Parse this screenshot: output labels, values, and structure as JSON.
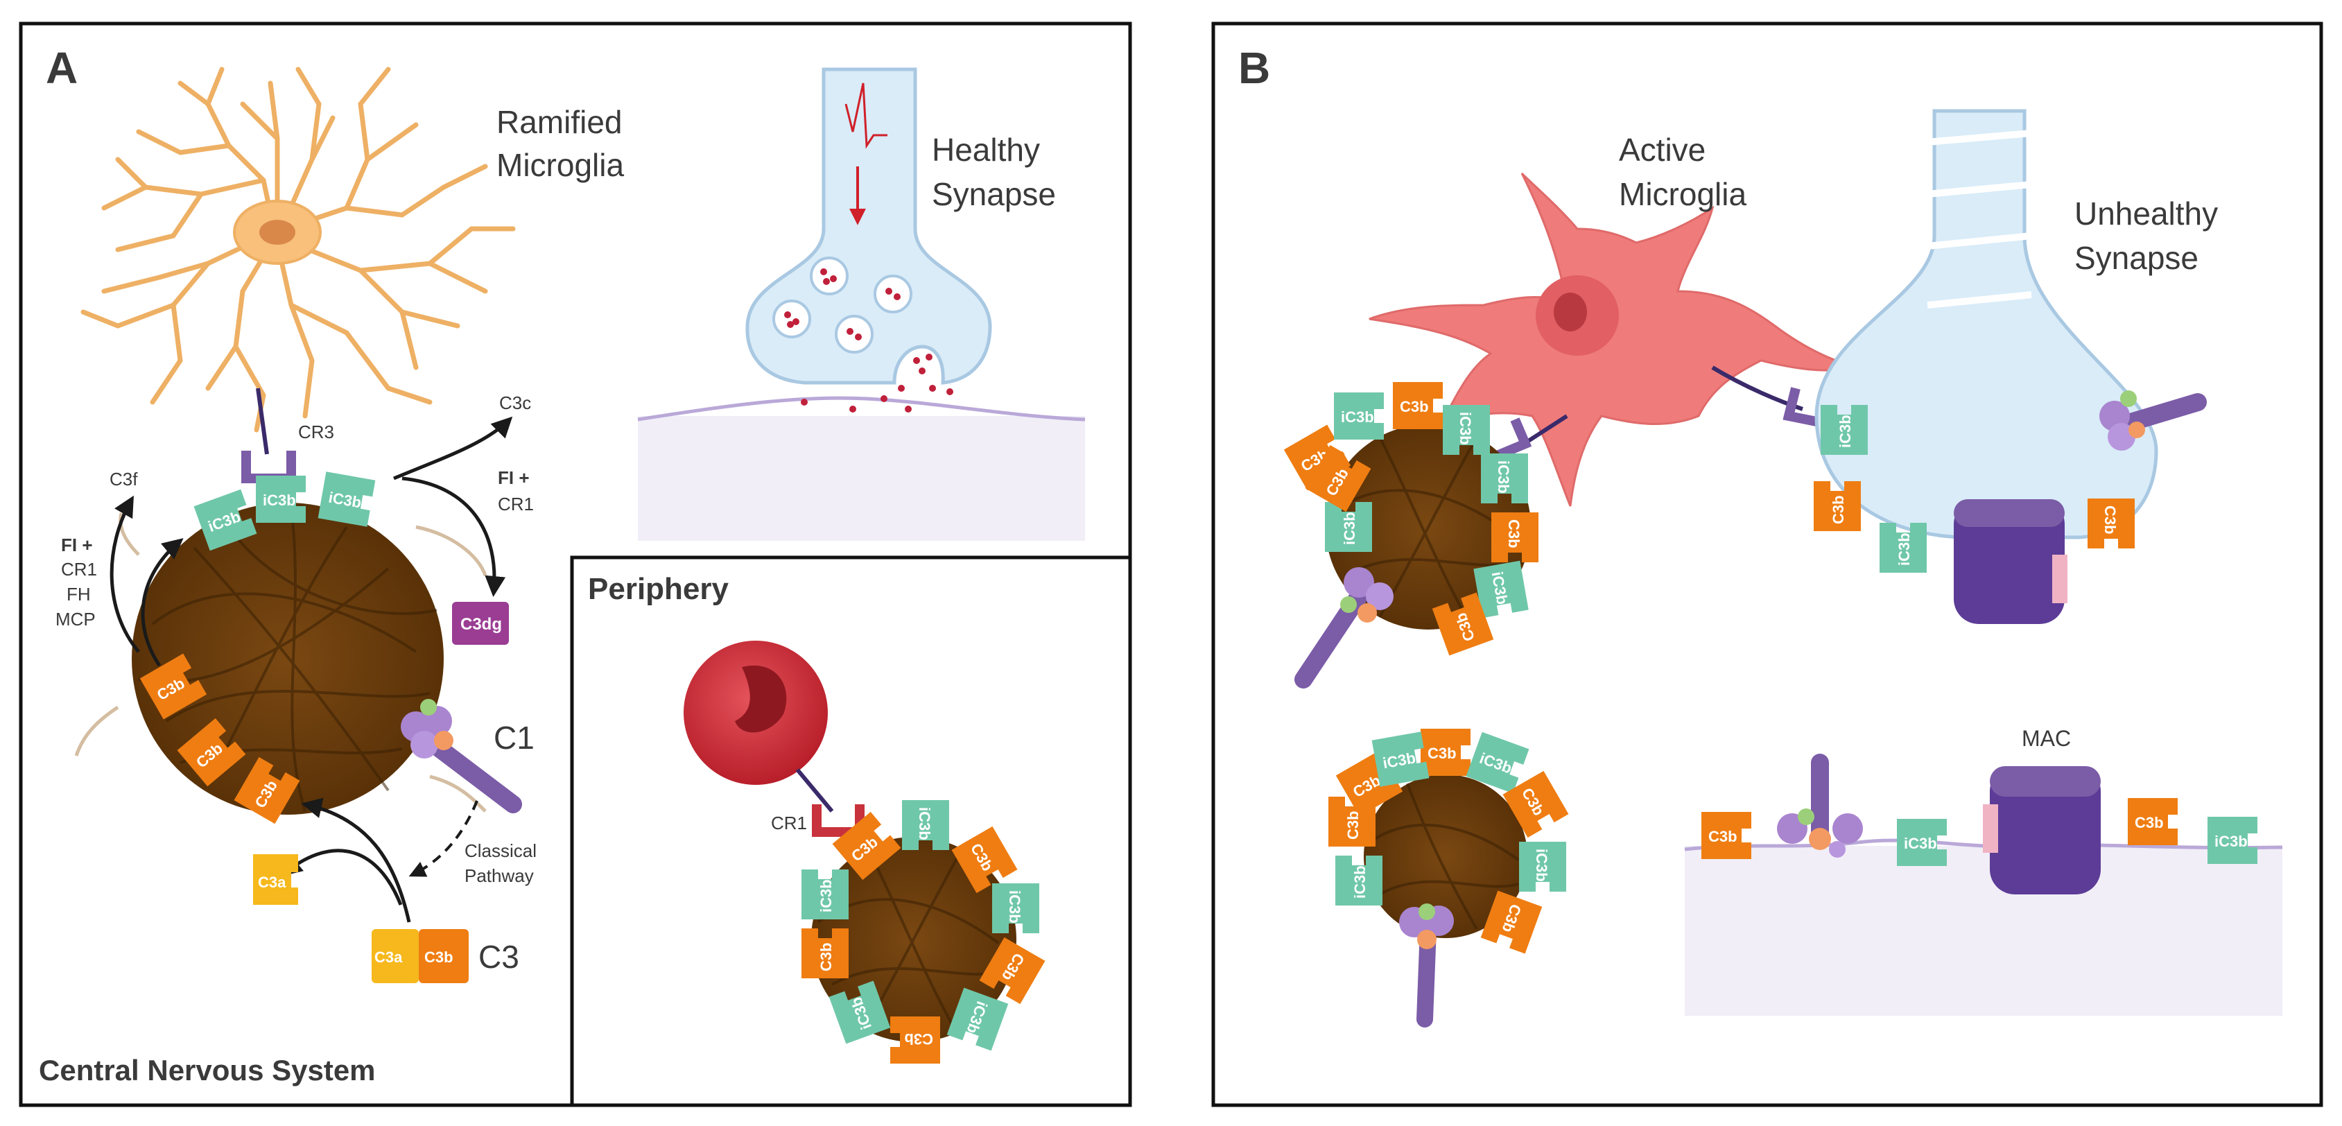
{
  "panel_a": {
    "letter": "A",
    "ramified_microglia": [
      "Ramified",
      "Microglia"
    ],
    "healthy_synapse": [
      "Healthy",
      "Synapse"
    ],
    "cr3": "CR3",
    "c3c": "C3c",
    "c3f": "C3f",
    "fi_left": [
      "FI +",
      "CR1",
      "FH",
      "MCP"
    ],
    "fi_right": [
      "FI +",
      "CR1"
    ],
    "c3dg": "C3dg",
    "c1": "C1",
    "classical_pathway": [
      "Classical",
      "Pathway"
    ],
    "c3a": "C3a",
    "c3b": "C3b",
    "ic3b": "iC3b",
    "c3": "C3",
    "cns": "Central Nervous System",
    "periphery": "Periphery",
    "cr1": "CR1"
  },
  "panel_b": {
    "letter": "B",
    "active_microglia": [
      "Active",
      "Microglia"
    ],
    "unhealthy_synapse": [
      "Unhealthy",
      "Synapse"
    ],
    "mac": "MAC"
  },
  "colors": {
    "c3b": "#ef7d12",
    "ic3b": "#6fc7a9",
    "c3a": "#f6b81c",
    "c3dg": "#9a3d93",
    "ramified": "#f8c07a",
    "active": "#ef7b7b",
    "synapse": "#d9ecf8",
    "receptor": "#7b5ca7",
    "rbc": "#c8323c",
    "aggregate": "#6b3d10"
  }
}
